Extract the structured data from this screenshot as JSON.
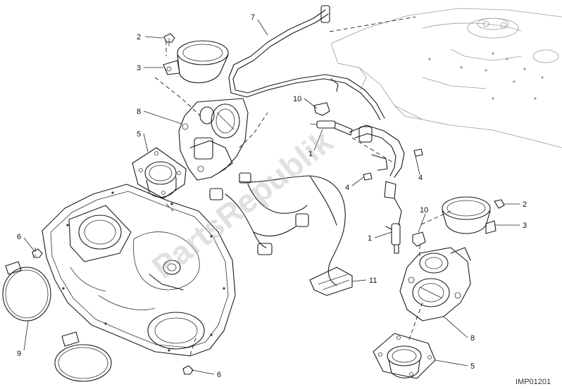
{
  "diagram": {
    "code": "IMP01201",
    "watermark": "PartsRepublik",
    "callouts": [
      {
        "id": "c-2a",
        "text": "2"
      },
      {
        "id": "c-3a",
        "text": "3"
      },
      {
        "id": "c-8a",
        "text": "8"
      },
      {
        "id": "c-5a",
        "text": "5"
      },
      {
        "id": "c-6a",
        "text": "6"
      },
      {
        "id": "c-9",
        "text": "9"
      },
      {
        "id": "c-6b",
        "text": "6"
      },
      {
        "id": "c-7",
        "text": "7"
      },
      {
        "id": "c-10a",
        "text": "10"
      },
      {
        "id": "c-1a",
        "text": "1"
      },
      {
        "id": "c-4a",
        "text": "4"
      },
      {
        "id": "c-4b",
        "text": "4"
      },
      {
        "id": "c-2b",
        "text": "2"
      },
      {
        "id": "c-10b",
        "text": "10"
      },
      {
        "id": "c-3b",
        "text": "3"
      },
      {
        "id": "c-1b",
        "text": "1"
      },
      {
        "id": "c-11",
        "text": "11"
      },
      {
        "id": "c-8b",
        "text": "8"
      },
      {
        "id": "c-5b",
        "text": "5"
      }
    ]
  }
}
